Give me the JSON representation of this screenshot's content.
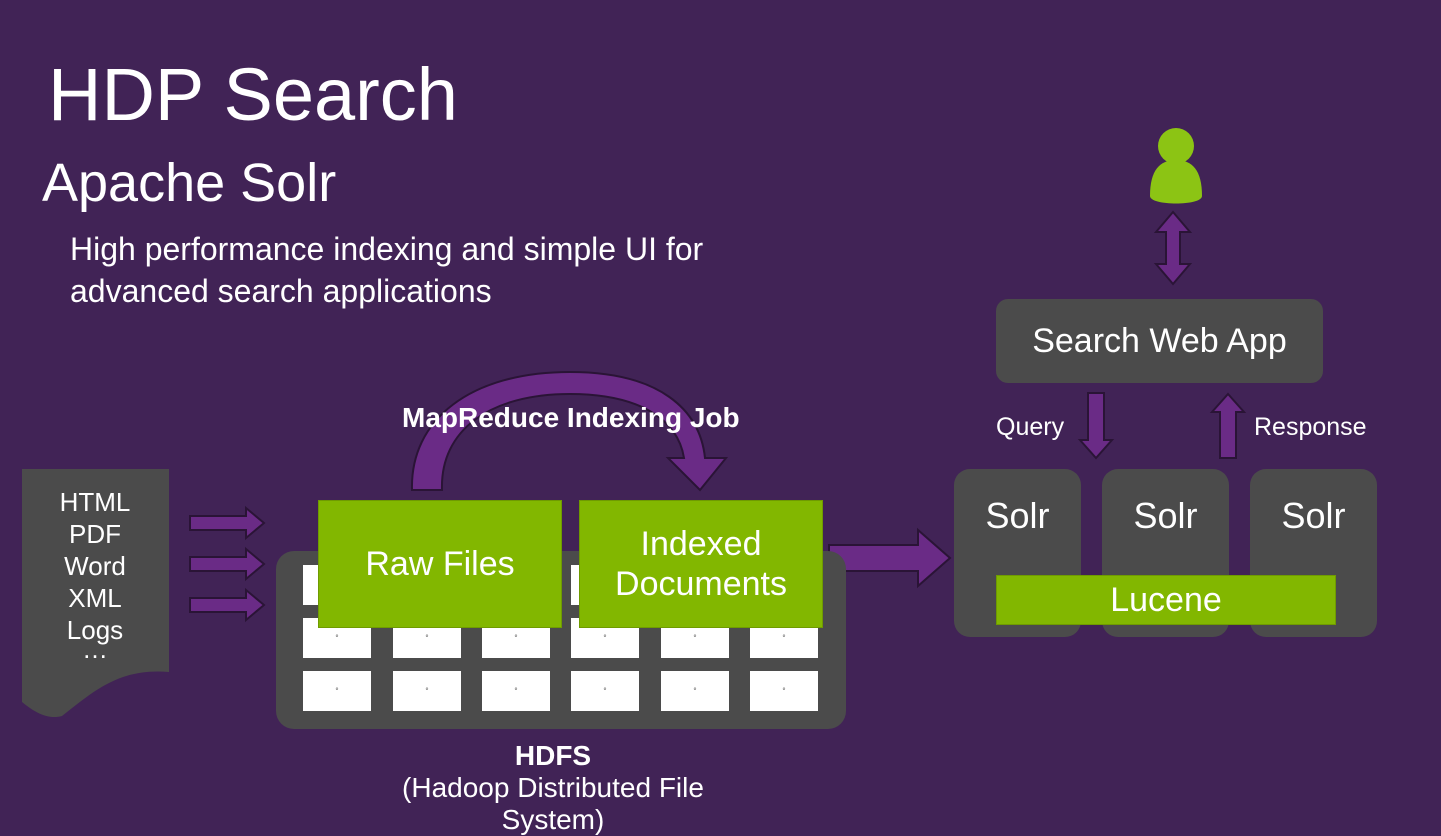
{
  "slide": {
    "title": "HDP Search",
    "subtitle": "Apache Solr",
    "description": "High performance indexing and simple UI for advanced search applications"
  },
  "sources": {
    "items": [
      "HTML",
      "PDF",
      "Word",
      "XML",
      "Logs",
      "…"
    ]
  },
  "hdfs": {
    "raw_label": "Raw Files",
    "indexed_line1": "Indexed",
    "indexed_line2": "Documents",
    "name": "HDFS",
    "full_name": "(Hadoop Distributed File System)"
  },
  "mapreduce": {
    "label": "MapReduce Indexing Job"
  },
  "search": {
    "web_app": "Search Web App",
    "query": "Query",
    "response": "Response",
    "solr_nodes": [
      "Solr",
      "Solr",
      "Solr"
    ],
    "lucene": "Lucene"
  },
  "colors": {
    "background": "#412356",
    "green": "#82b700",
    "gray_box": "#4b4b4b",
    "arrow_purple": "#6a2b86",
    "user_green": "#8cc414"
  },
  "icons": {
    "user": "user-icon"
  }
}
